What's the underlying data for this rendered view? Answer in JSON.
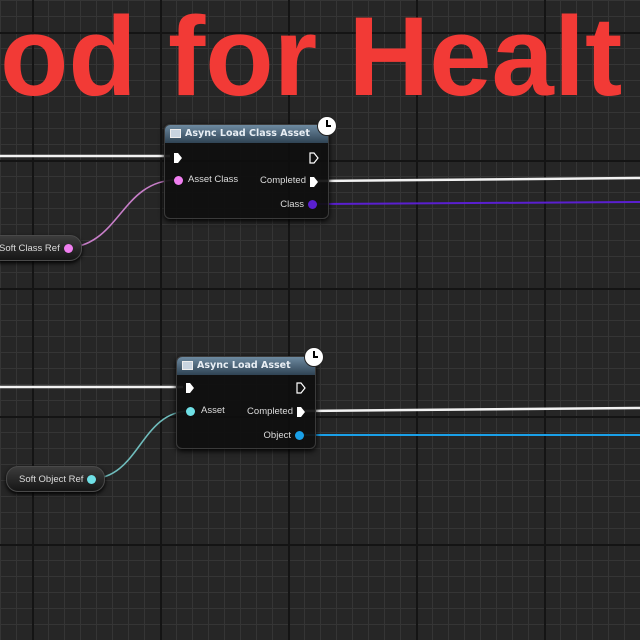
{
  "overlay_title": "od for Healt",
  "colors": {
    "title": "#f23a36",
    "exec": "#ffffff",
    "class_pin": "#f07ff0",
    "class_out": "#5a1fd0",
    "object_pin": "#6fe0e6",
    "object_out": "#1aa0e8"
  },
  "node_class": {
    "title": "Async Load Class Asset",
    "input": "Asset Class",
    "completed": "Completed",
    "output": "Class",
    "icon": "function-icon",
    "badge": "clock-icon"
  },
  "node_object": {
    "title": "Async Load Asset",
    "input": "Asset",
    "completed": "Completed",
    "output": "Object",
    "icon": "function-icon",
    "badge": "clock-icon"
  },
  "var_class": {
    "label": "Soft Class Ref"
  },
  "var_object": {
    "label": "Soft Object Ref"
  }
}
